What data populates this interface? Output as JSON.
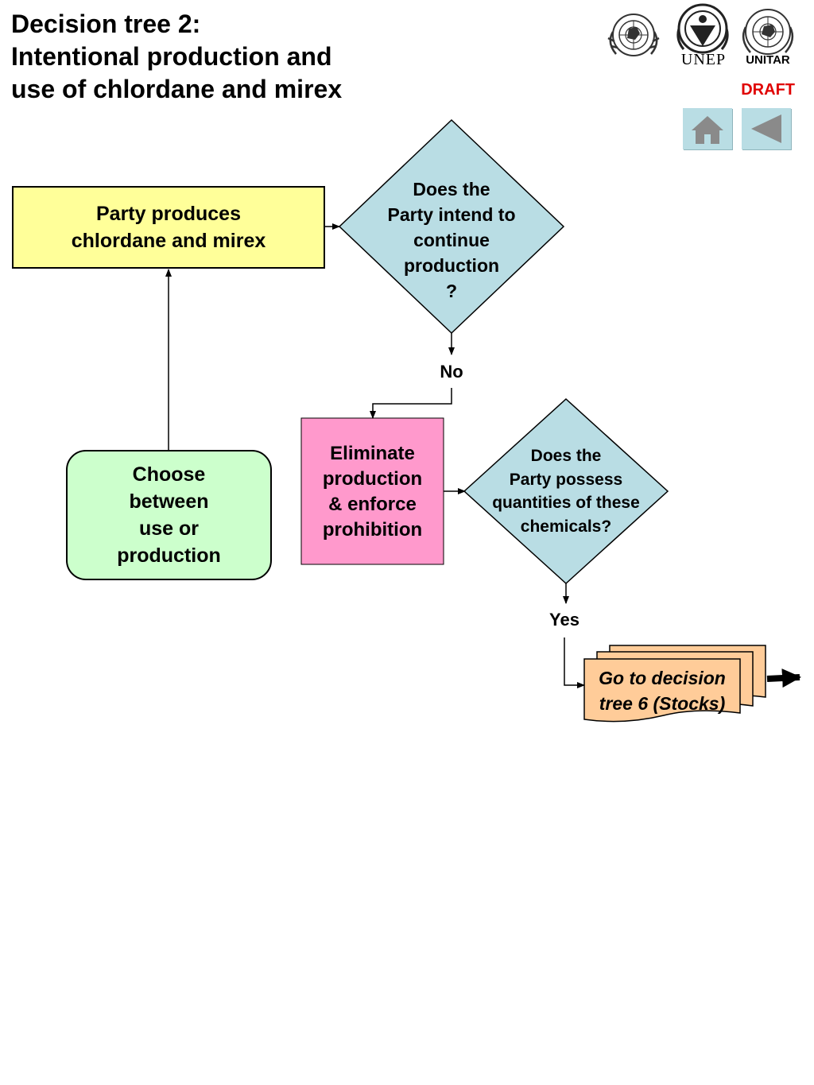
{
  "title": {
    "lines": [
      "Decision tree 2:",
      "Intentional production and",
      "use of chlordane and mirex"
    ]
  },
  "header": {
    "logos": [
      {
        "name": "un-emblem-icon",
        "label": ""
      },
      {
        "name": "unep-logo-icon",
        "label": "UNEP"
      },
      {
        "name": "unitar-logo-icon",
        "label": "UNITAR"
      }
    ],
    "draft_label": "DRAFT",
    "nav": {
      "home_icon": "home-icon",
      "back_icon": "back-arrow-icon"
    }
  },
  "nodes": {
    "party_produces": {
      "lines": [
        "Party produces",
        "chlordane and mirex"
      ],
      "fill": "#ffff99"
    },
    "intend_continue": {
      "lines": [
        "Does the",
        "Party intend to",
        "continue",
        "production",
        "?"
      ],
      "fill": "#b9dde4"
    },
    "eliminate": {
      "lines": [
        "Eliminate",
        "production",
        "& enforce",
        "prohibition"
      ],
      "fill": "#ff99cc"
    },
    "possess_quantities": {
      "lines": [
        "Does the",
        "Party possess",
        "quantities of these",
        "chemicals?"
      ],
      "fill": "#b9dde4"
    },
    "choose": {
      "lines": [
        "Choose",
        "between",
        "use or",
        "production"
      ],
      "fill": "#ccffcc"
    },
    "go_to_tree6": {
      "lines": [
        "Go to decision",
        "tree 6 (Stocks)"
      ],
      "fill": "#ffcc99"
    }
  },
  "edge_labels": {
    "no": "No",
    "yes": "Yes"
  }
}
